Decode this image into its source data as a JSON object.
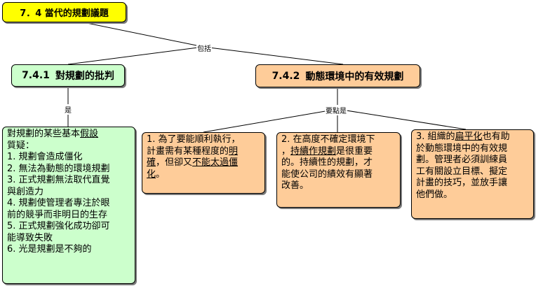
{
  "root": {
    "title": "7．4 當代的規劃議題"
  },
  "link_labels": {
    "includes": "包括",
    "is": "是",
    "key_points": "要點是"
  },
  "critique": {
    "title_num": "7.4.1",
    "title_text": "對規劃的批判",
    "intro_a": "對規劃的某些基本",
    "intro_term": "假設",
    "intro_b": "質疑：",
    "items": [
      "1. 規劃會造成僵化",
      "2. 無法為動態的環境規劃",
      "3. 正式規劃無法取代直覺",
      "與創造力",
      "4. 規劃使管理者專注於眼",
      "前的競爭而非明日的生存",
      "5. 正式規劃強化成功卻可",
      "能導致失敗",
      "6. 光是規劃是不夠的"
    ]
  },
  "dynamic": {
    "title_num": "7.4.2",
    "title_text": "動態環境中的有效規劃"
  },
  "point1": {
    "l1": "1. 為了要能順利執行，",
    "l2a": "計畫需有某種程度的",
    "l2u": "明",
    "l3u": "確",
    "l3a": "，但卻又",
    "l3u2": "不能太過僵",
    "l4u": "化",
    "l4a": "。"
  },
  "point2": {
    "l1": "2. 在高度不確定環境下",
    "l2a": "，",
    "l2u": "持續作規劃",
    "l2b": "是很重要",
    "l3": "的。持續性的規劃，才",
    "l4": "能使公司的績效有顯著",
    "l5": "改善。"
  },
  "point3": {
    "l1a": "3. 組織的",
    "l1u": "扁平化",
    "l1b": "也有助",
    "l2": "於動態環境中的有效規",
    "l3": "劃。管理者必須訓練員",
    "l4": "工有關設立目標、擬定",
    "l5": "計畫的技巧，並放手讓",
    "l6": "他們做。"
  }
}
